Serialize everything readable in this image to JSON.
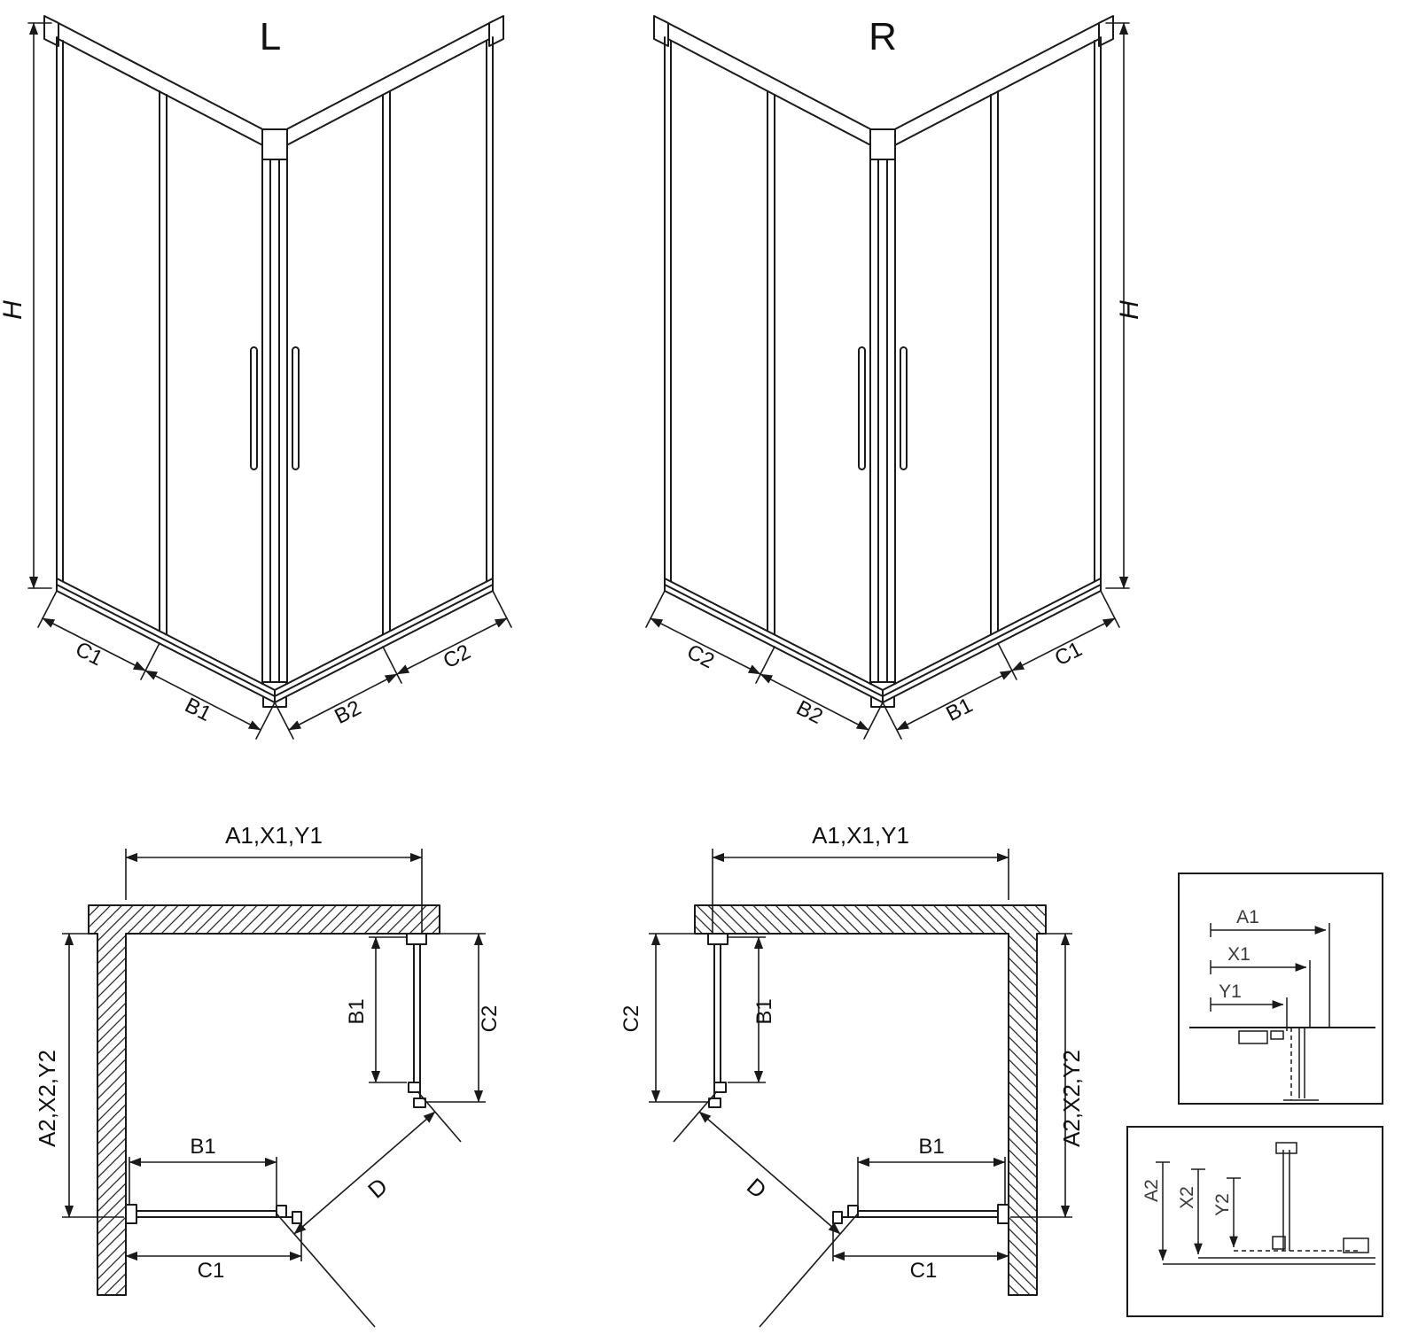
{
  "page": {
    "background": "#ffffff",
    "line_color": "#1a1a1a"
  },
  "views": {
    "iso_left": {
      "label": "L"
    },
    "iso_right": {
      "label": "R"
    }
  },
  "labels": {
    "height": "H",
    "c1": "C1",
    "b1": "B1",
    "b2": "B2",
    "c2": "C2",
    "d": "D",
    "a1_group": "A1,X1,Y1",
    "a2_group": "A2,X2,Y2",
    "a1": "A1",
    "x1": "X1",
    "y1": "Y1",
    "a2": "A2",
    "x2": "X2",
    "y2": "Y2"
  }
}
